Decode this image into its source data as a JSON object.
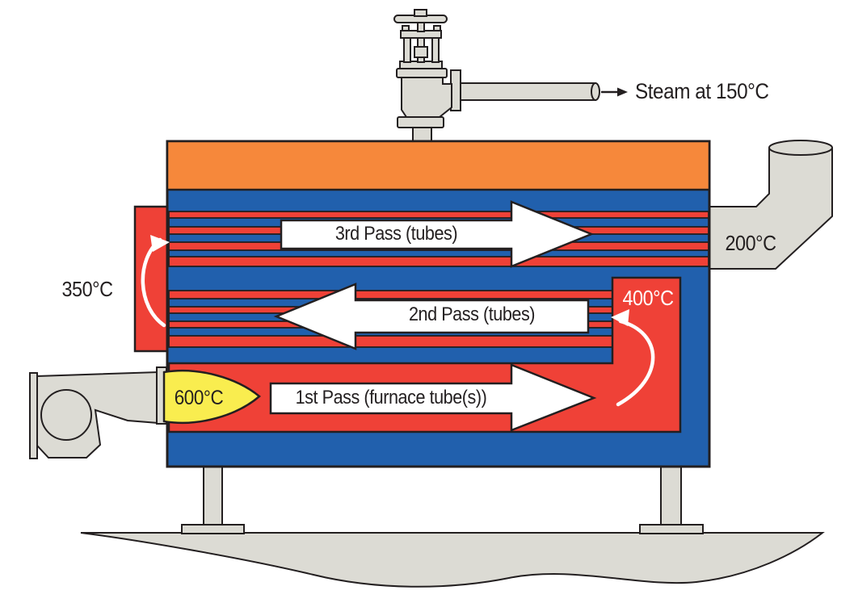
{
  "colors": {
    "flue_gas_red": "#ef4137",
    "water_blue": "#2160ad",
    "steam_orange": "#f6883b",
    "flame_yellow": "#f9ed4f",
    "metal_gray": "#dcdbd4",
    "outline": "#231f20",
    "arrow_white": "#ffffff"
  },
  "steam_outlet": {
    "label": "Steam at 150°C"
  },
  "passes": [
    {
      "label": "3rd Pass (tubes)",
      "direction": "right"
    },
    {
      "label": "2nd Pass (tubes)",
      "direction": "left"
    },
    {
      "label": "1st Pass (furnace tube(s))",
      "direction": "right"
    }
  ],
  "temperatures": {
    "left_chamber": "350°C",
    "flue_exit": "200°C",
    "right_chamber": "400°C",
    "burner_flame": "600°C"
  }
}
